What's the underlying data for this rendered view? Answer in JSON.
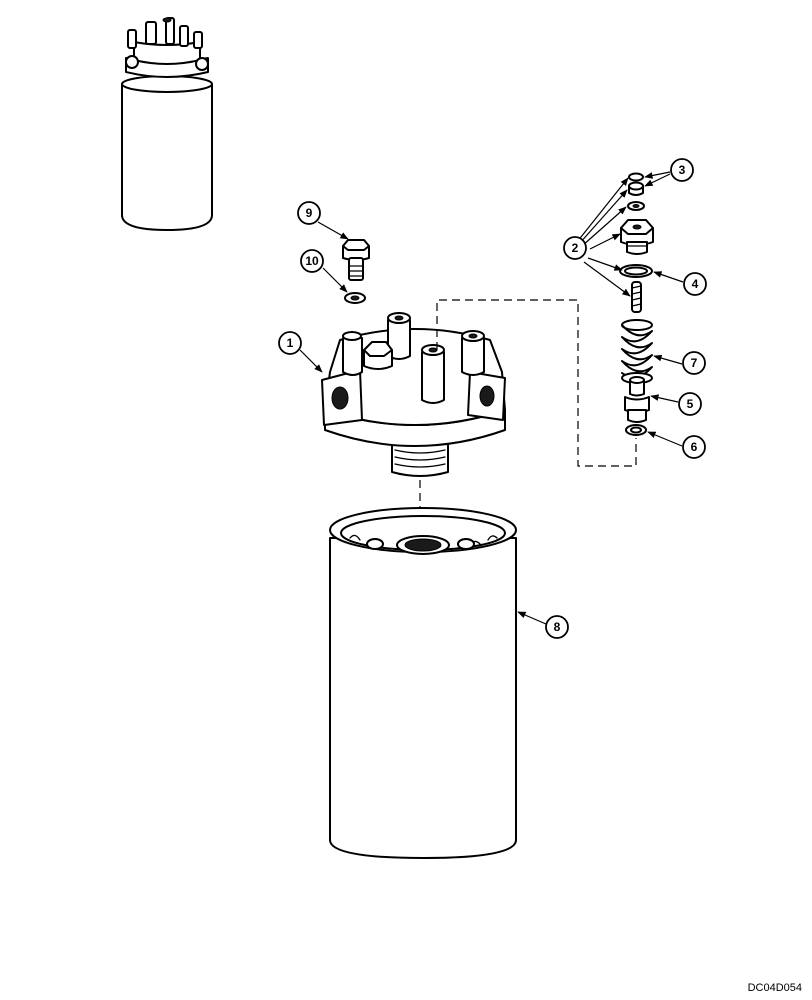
{
  "callouts": [
    "1",
    "2",
    "3",
    "4",
    "5",
    "6",
    "7",
    "8",
    "9",
    "10"
  ],
  "reference_code": "DC04D054"
}
